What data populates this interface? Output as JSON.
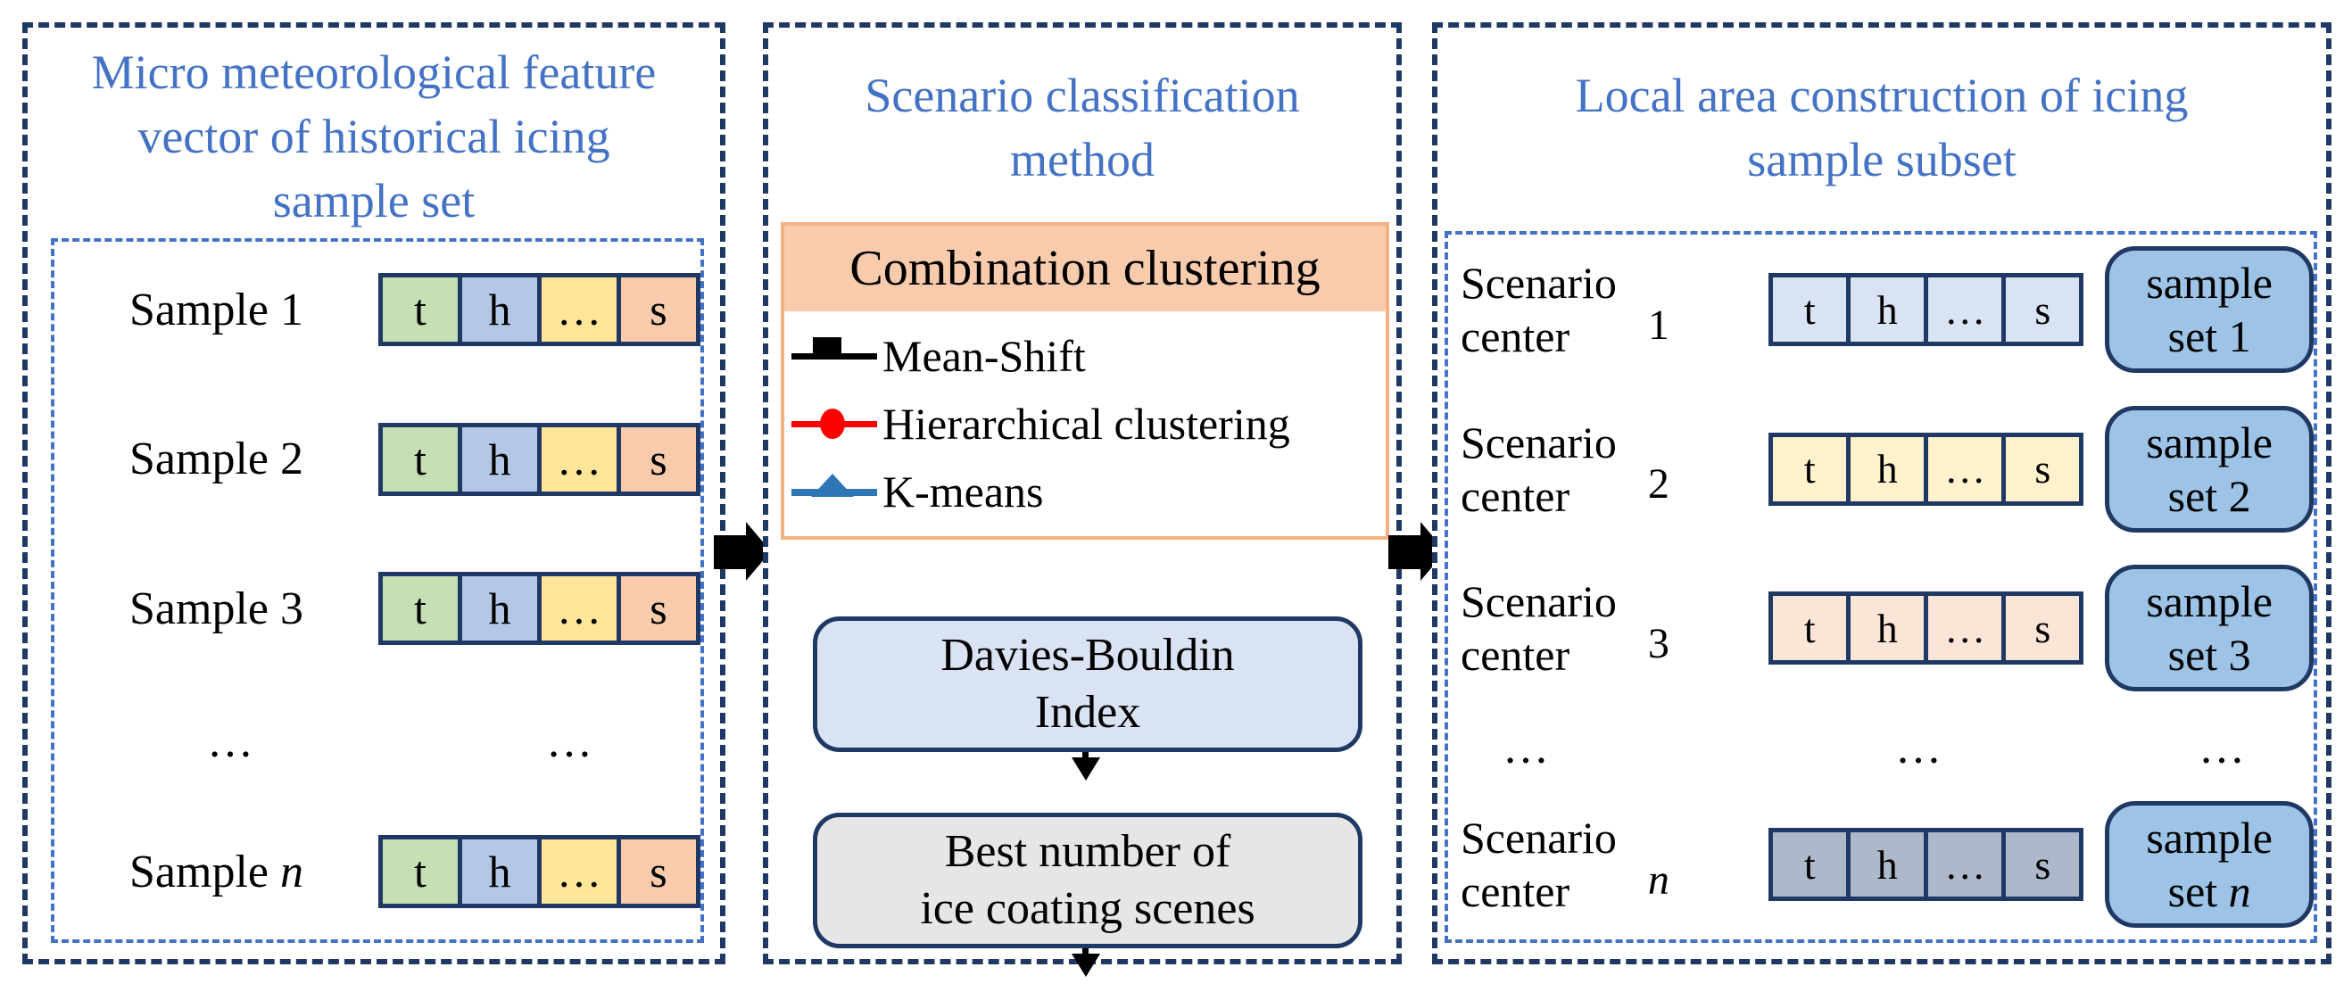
{
  "cell_labels": [
    "t",
    "h",
    "…",
    "s"
  ],
  "ellipsis": "…",
  "colors": {
    "title_blue": "#4472c4",
    "navy_border": "#1f3864",
    "left_cell_fills": [
      "#c5e0b4",
      "#b4c7e7",
      "#ffe699",
      "#f8cbad"
    ],
    "orange_box_border": "#f4b183",
    "orange_header_fill": "#f8cbad",
    "davies_bouldin_fill": "#dae3f3",
    "best_number_fill": "#e7e6e6",
    "sample_set_fill": "#9dc3e6",
    "right_row_cell_fills": [
      "#dae3f3",
      "#fff2cc",
      "#fbe5d6",
      "#adb9ca"
    ],
    "legend_mean_shift": "#000000",
    "legend_hierarchical": "#ff0000",
    "legend_k_means": "#2e75b6",
    "arrow_color": "#000000"
  },
  "left_panel": {
    "title_lines": [
      "Micro meteorological feature",
      "vector of historical icing",
      "sample set"
    ],
    "rows": [
      {
        "label": "Sample 1"
      },
      {
        "label": "Sample 2"
      },
      {
        "label": "Sample 3"
      }
    ],
    "row_n": {
      "label_prefix": "Sample ",
      "label_n": "n"
    }
  },
  "middle_panel": {
    "title_lines": [
      "Scenario classification",
      "method"
    ],
    "combination_box": {
      "header": "Combination clustering",
      "legend": [
        {
          "label": "Mean-Shift",
          "marker": "black-square-marker"
        },
        {
          "label": "Hierarchical clustering",
          "marker": "red-circle-marker"
        },
        {
          "label": "K-means",
          "marker": "blue-triangle-marker"
        }
      ]
    },
    "davies_bouldin_lines": [
      "Davies-Bouldin",
      "Index"
    ],
    "best_number_lines": [
      "Best number of",
      "ice coating scenes"
    ]
  },
  "right_panel": {
    "title_lines": [
      "Local area construction of icing",
      "sample subset"
    ],
    "rows": [
      {
        "label_line1": "Scenario",
        "label_line2": "center",
        "number": "1",
        "set_line1": "sample",
        "set_line2": "set 1"
      },
      {
        "label_line1": "Scenario",
        "label_line2": "center",
        "number": "2",
        "set_line1": "sample",
        "set_line2": "set 2"
      },
      {
        "label_line1": "Scenario",
        "label_line2": "center",
        "number": "3",
        "set_line1": "sample",
        "set_line2": "set 3"
      }
    ],
    "row_n": {
      "label_line1": "Scenario",
      "label_line2": "center",
      "number": "n",
      "set_line1": "sample",
      "set_line2_prefix": "set ",
      "set_line2_n": "n"
    }
  }
}
